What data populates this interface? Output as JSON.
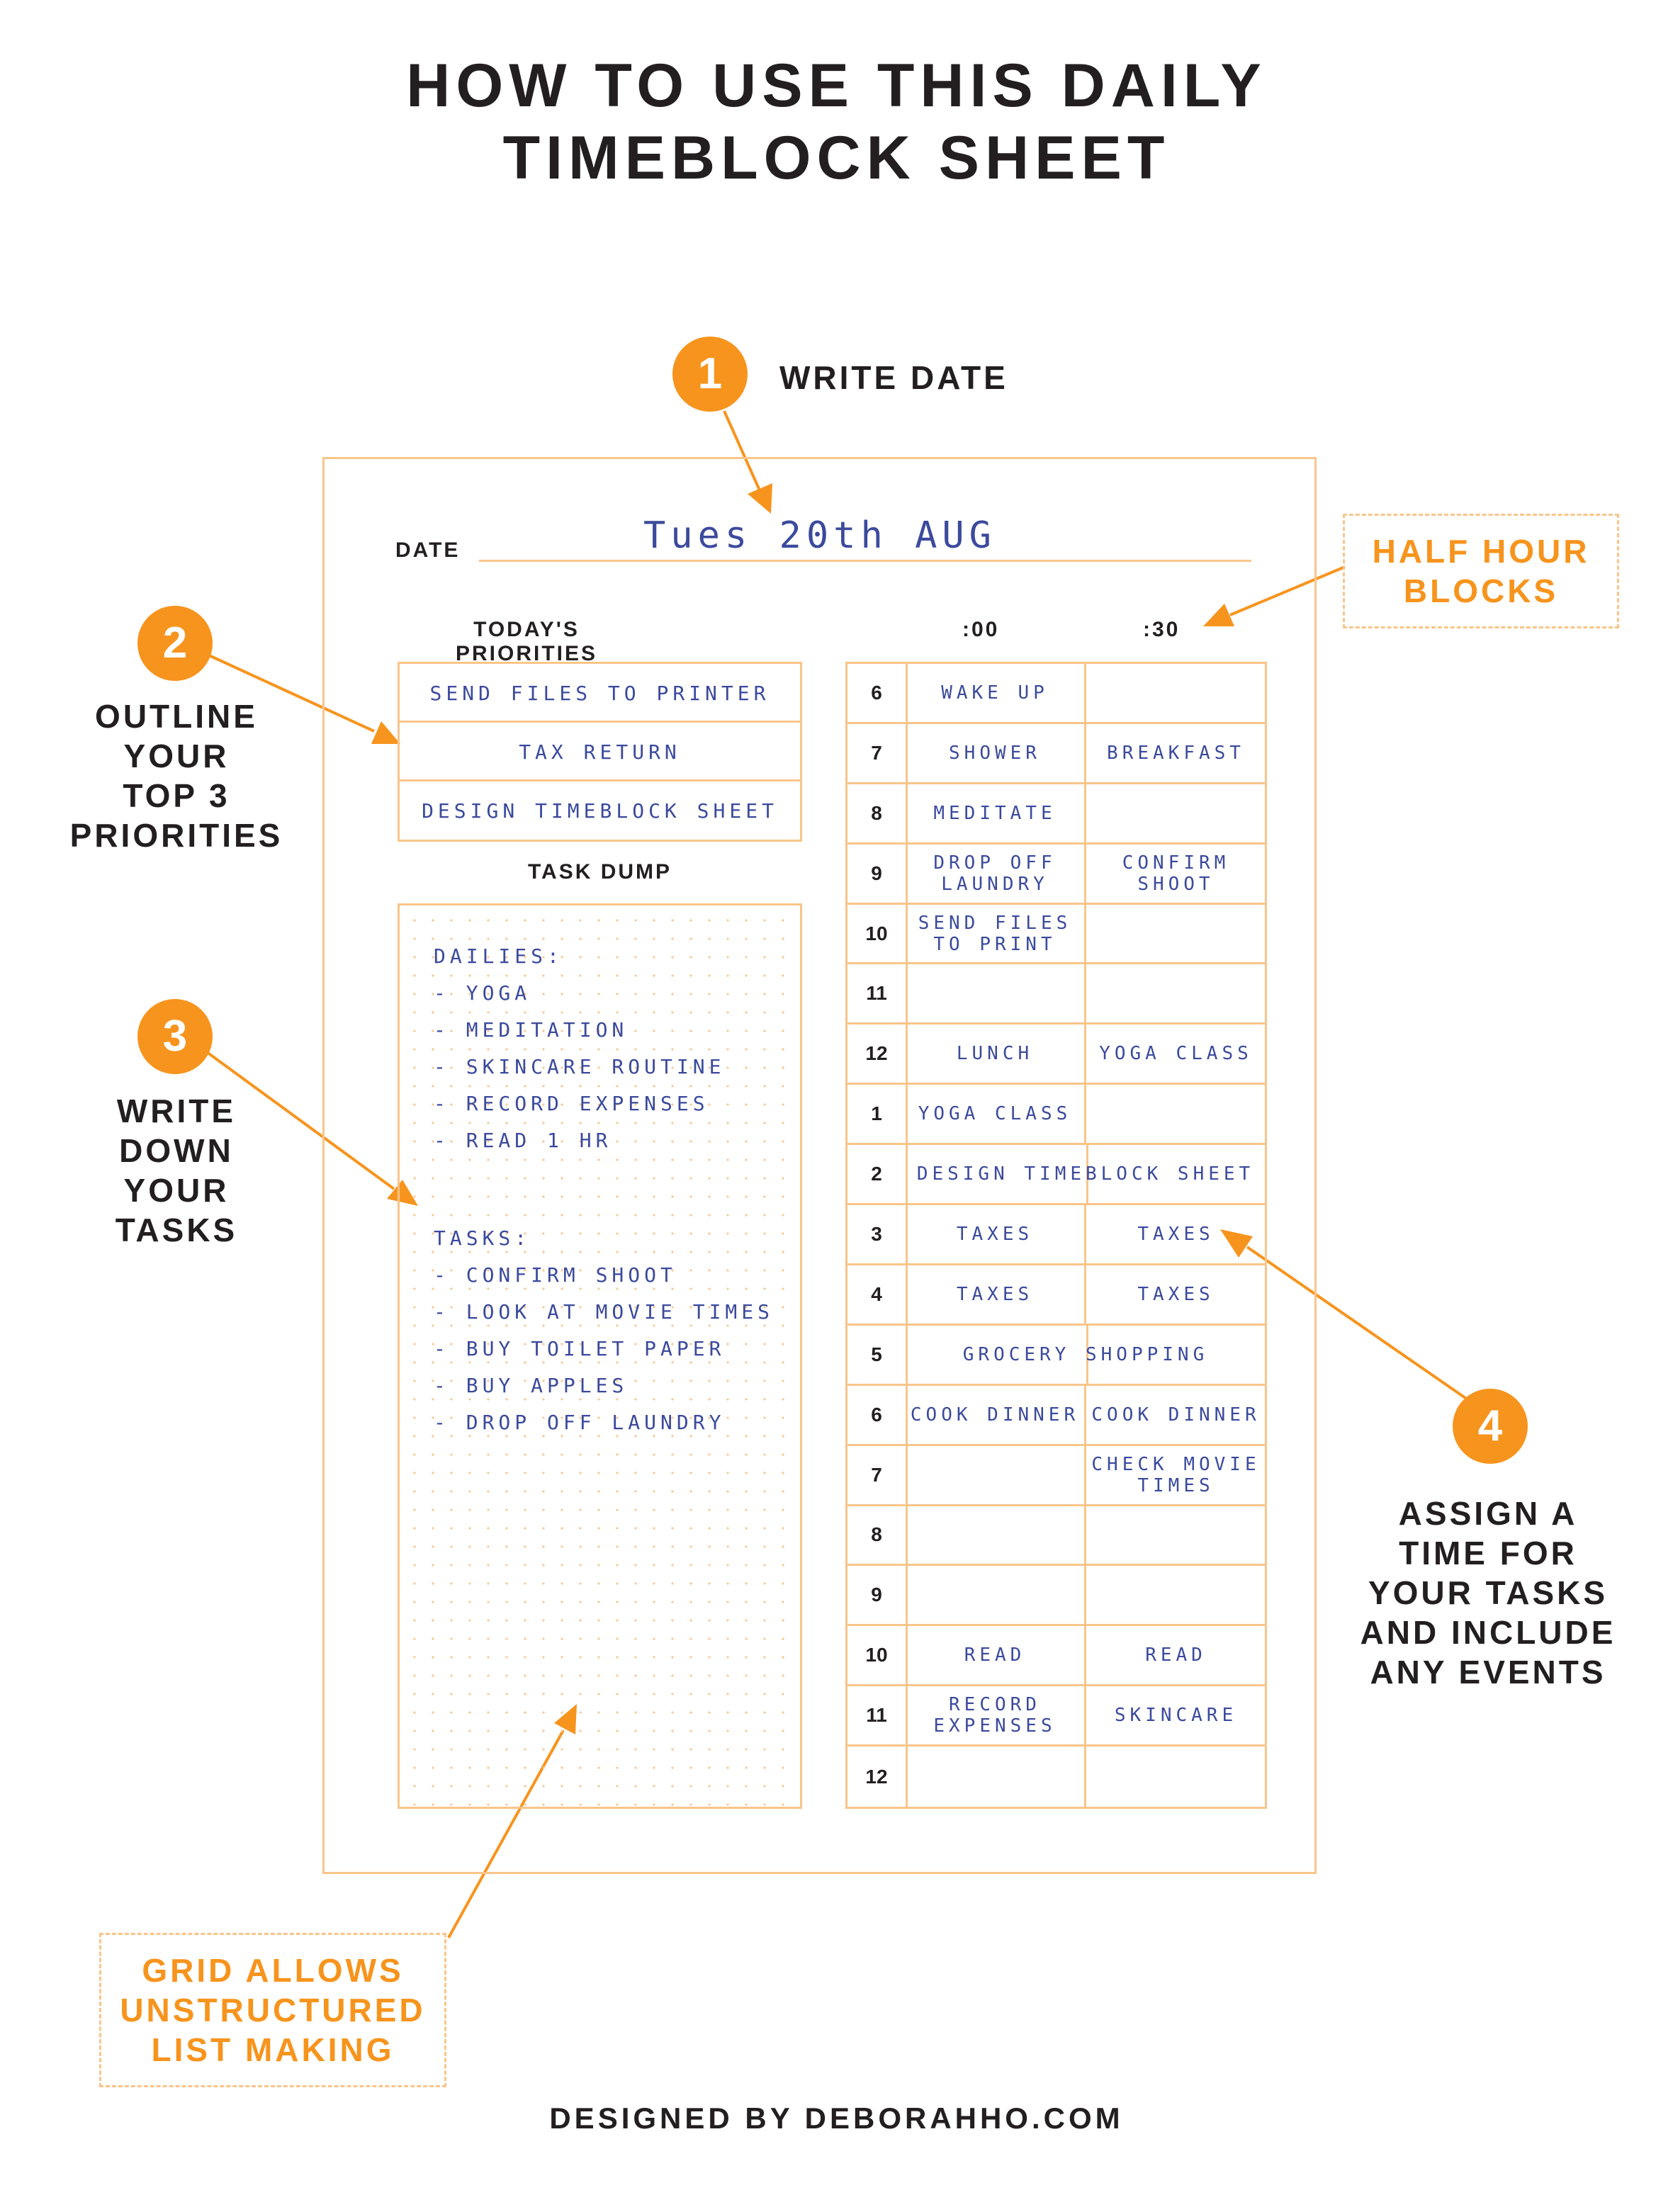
{
  "title": {
    "line1": "HOW TO USE THIS DAILY",
    "line2": "TIMEBLOCK SHEET"
  },
  "steps": {
    "step1": {
      "number": "1",
      "label": "WRITE DATE"
    },
    "step2": {
      "number": "2",
      "label_lines": [
        "OUTLINE",
        "YOUR",
        "TOP 3",
        "PRIORITIES"
      ]
    },
    "step3": {
      "number": "3",
      "label_lines": [
        "WRITE",
        "DOWN",
        "YOUR",
        "TASKS"
      ]
    },
    "step4": {
      "number": "4",
      "label_lines": [
        "ASSIGN A",
        "TIME FOR",
        "YOUR TASKS",
        "AND INCLUDE",
        "ANY EVENTS"
      ]
    }
  },
  "callouts": {
    "half_hour": [
      "HALF HOUR",
      "BLOCKS"
    ],
    "grid_allows": [
      "GRID ALLOWS",
      "UNSTRUCTURED",
      "LIST MAKING"
    ]
  },
  "sheet": {
    "date_label": "DATE",
    "date_value": "Tues 20th AUG",
    "priorities_label": "TODAY'S PRIORITIES",
    "col_00": ":00",
    "col_30": ":30",
    "priorities": [
      "SEND FILES TO PRINTER",
      "TAX RETURN",
      "DESIGN TIMEBLOCK SHEET"
    ],
    "task_dump_label": "TASK DUMP",
    "task_dump": {
      "dailies_heading": "DAILIES:",
      "dailies": [
        "- YOGA",
        "- MEDITATION",
        "- SKINCARE ROUTINE",
        "- RECORD EXPENSES",
        "- READ 1 HR"
      ],
      "tasks_heading": "TASKS:",
      "tasks": [
        "- CONFIRM SHOOT",
        "- LOOK AT MOVIE TIMES",
        "- BUY TOILET PAPER",
        "- BUY APPLES",
        "- DROP OFF LAUNDRY"
      ]
    },
    "schedule": [
      {
        "hour": "6",
        "h00": "WAKE UP",
        "h30": ""
      },
      {
        "hour": "7",
        "h00": "SHOWER",
        "h30": "BREAKFAST"
      },
      {
        "hour": "8",
        "h00": "MEDITATE",
        "h30": ""
      },
      {
        "hour": "9",
        "h00": "DROP OFF\nLAUNDRY",
        "h30": "CONFIRM\nSHOOT"
      },
      {
        "hour": "10",
        "h00": "SEND FILES\nTO PRINT",
        "h30": ""
      },
      {
        "hour": "11",
        "h00": "",
        "h30": ""
      },
      {
        "hour": "12",
        "h00": "LUNCH",
        "h30": "YOGA CLASS"
      },
      {
        "hour": "1",
        "h00": "YOGA CLASS",
        "h30": ""
      },
      {
        "hour": "2",
        "span": "DESIGN TIMEBLOCK SHEET"
      },
      {
        "hour": "3",
        "h00": "TAXES",
        "h30": "TAXES"
      },
      {
        "hour": "4",
        "h00": "TAXES",
        "h30": "TAXES"
      },
      {
        "hour": "5",
        "span": "GROCERY SHOPPING"
      },
      {
        "hour": "6",
        "h00": "COOK DINNER",
        "h30": "COOK DINNER"
      },
      {
        "hour": "7",
        "h00": "",
        "h30": "CHECK MOVIE\nTIMES"
      },
      {
        "hour": "8",
        "h00": "",
        "h30": ""
      },
      {
        "hour": "9",
        "h00": "",
        "h30": ""
      },
      {
        "hour": "10",
        "h00": "READ",
        "h30": "READ"
      },
      {
        "hour": "11",
        "h00": "RECORD\nEXPENSES",
        "h30": "SKINCARE"
      },
      {
        "hour": "12",
        "h00": "",
        "h30": ""
      }
    ]
  },
  "footer": "DESIGNED BY DEBORAHHO.COM",
  "colors": {
    "accent": "#f7941d",
    "light_accent": "#f9c58a",
    "ink": "#3b4a9c",
    "text": "#231f20"
  }
}
